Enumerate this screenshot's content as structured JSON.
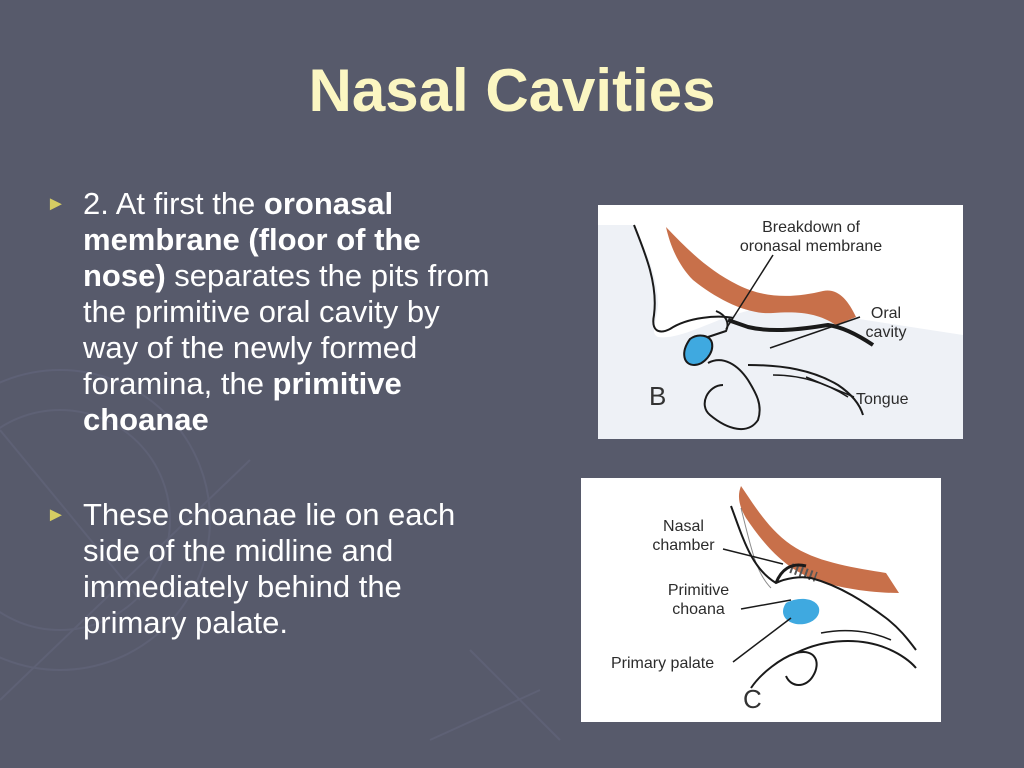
{
  "slide": {
    "title": "Nasal Cavities"
  },
  "bullets": [
    {
      "marker": "►",
      "segments": [
        {
          "text": "2. At first the ",
          "bold": false
        },
        {
          "text": "oronasal membrane (floor of the nose)",
          "bold": true
        },
        {
          "text": " separates the pits from the primitive oral cavity by way of the newly formed foramina, the ",
          "bold": false
        },
        {
          "text": "primitive choanae",
          "bold": true
        }
      ]
    },
    {
      "marker": "►",
      "segments": [
        {
          "text": "These choanae lie on each side of the midline and immediately behind the primary palate.",
          "bold": false
        }
      ]
    }
  ],
  "figure_b": {
    "panel_letter": "B",
    "label_breakdown_line1": "Breakdown of",
    "label_breakdown_line2": "oronasal membrane",
    "label_oral_line1": "Oral",
    "label_oral_line2": "cavity",
    "label_tongue": "Tongue"
  },
  "figure_c": {
    "panel_letter": "C",
    "label_nasal_line1": "Nasal",
    "label_nasal_line2": "chamber",
    "label_choana_line1": "Primitive",
    "label_choana_line2": "choana",
    "label_palate": "Primary palate"
  },
  "colors": {
    "background": "#575a6b",
    "title": "#fbf6c2",
    "bullet_marker": "#d6cd63",
    "body_text": "#ffffff",
    "tissue_brown": "#c8704a",
    "cavity_blue": "#3fa9e0"
  },
  "icons": {
    "bullet": "triangle-bullet-icon"
  }
}
